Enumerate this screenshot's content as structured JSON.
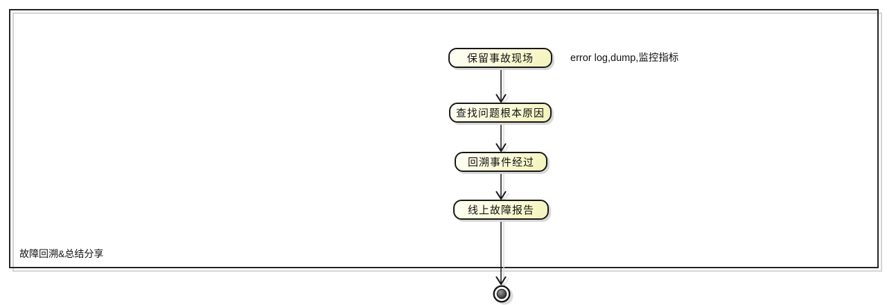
{
  "diagram": {
    "type": "uml-activity-diagram",
    "partition": {
      "label": "故障回溯&总结分享"
    },
    "nodes": [
      {
        "label": "保留事故现场",
        "note": "error log,dump,监控指标"
      },
      {
        "label": "查找问题根本原因"
      },
      {
        "label": "回溯事件经过"
      },
      {
        "label": "线上故障报告"
      }
    ],
    "edges": [
      {
        "from": "保留事故现场",
        "to": "查找问题根本原因"
      },
      {
        "from": "查找问题根本原因",
        "to": "回溯事件经过"
      },
      {
        "from": "回溯事件经过",
        "to": "线上故障报告"
      },
      {
        "from": "线上故障报告",
        "to": "final-state"
      }
    ],
    "end_node": {
      "type": "final-state"
    },
    "colors": {
      "node_fill": "#fbfbdc",
      "node_border": "#161616",
      "frame_border": "#222222",
      "shadow": "#d8d8d8",
      "text": "#111111",
      "background": "#ffffff"
    }
  }
}
